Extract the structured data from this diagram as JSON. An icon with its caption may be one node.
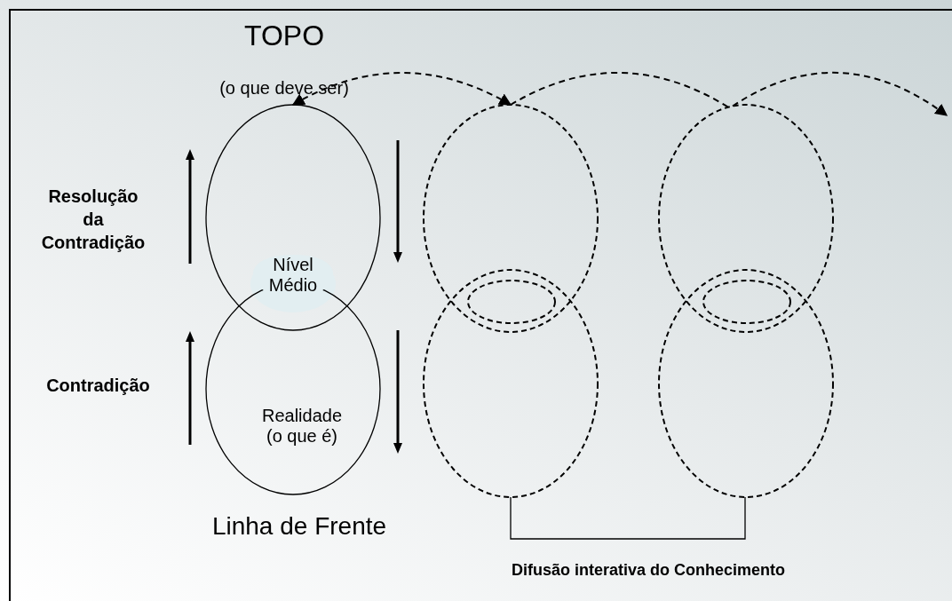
{
  "diagram": {
    "nodes": [
      {
        "text": [
          "TOPO",
          "(o que deve ser)"
        ]
      },
      {
        "text": [
          "Realidade (o que é)"
        ],
        "beside": [
          "Linha de Frente"
        ]
      },
      {
        "text": [],
        "shape": "ellipse"
      },
      {
        "text": [],
        "shape": "ellipse"
      },
      {
        "text": [],
        "shape": "ellipse"
      },
      {
        "text": [],
        "shape": "ellipse"
      },
      {
        "text": [],
        "shape": "ellipse"
      },
      {
        "text": [],
        "shape": "ellipse"
      }
    ],
    "edges": [
      {
        "from": 0,
        "to": 2,
        "arrow": "both",
        "style": "dashed"
      },
      {
        "from": 2,
        "to": 4,
        "arrow": "none",
        "style": "dashed"
      },
      {
        "from": 4,
        "to": null,
        "arrow": "to",
        "style": "dashed"
      }
    ],
    "labels": [
      "Resolução da Contradição",
      "Nível Médio",
      "Contradição",
      "Difusão interativa do Conhecimento"
    ]
  }
}
